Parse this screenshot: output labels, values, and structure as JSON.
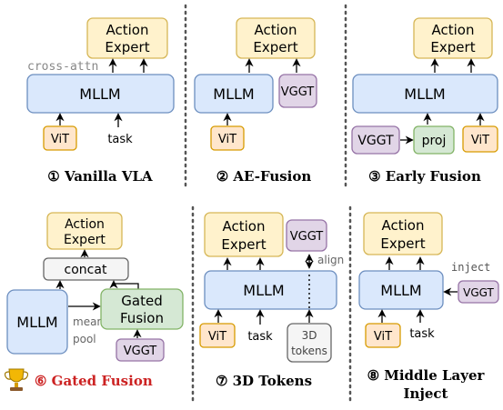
{
  "colors": {
    "mllm_fill": "#dae8fc",
    "mllm_stroke": "#6c8ebf",
    "expert_fill": "#fff2cc",
    "expert_stroke": "#d6b656",
    "vit_fill": "#ffe6cc",
    "vit_stroke": "#d79b00",
    "vggt_fill": "#e1d5e7",
    "vggt_stroke": "#9673a6",
    "green_fill": "#d5e8d4",
    "green_stroke": "#82b366",
    "grey_fill": "#f5f5f5",
    "grey_stroke": "#666666",
    "highlight_text": "#cc2222"
  },
  "panels": {
    "vanilla": {
      "action_expert_l1": "Action",
      "action_expert_l2": "Expert",
      "cross_attn": "cross-attn",
      "mllm": "MLLM",
      "vit": "ViT",
      "task": "task",
      "caption": "① Vanilla VLA"
    },
    "ae_fusion": {
      "action_expert_l1": "Action",
      "action_expert_l2": "Expert",
      "mllm": "MLLM",
      "vggt": "VGGT",
      "vit": "ViT",
      "caption": "② AE-Fusion"
    },
    "early_fusion": {
      "action_expert_l1": "Action",
      "action_expert_l2": "Expert",
      "mllm": "MLLM",
      "vggt": "VGGT",
      "proj": "proj",
      "vit": "ViT",
      "caption": "③ Early Fusion"
    },
    "gated_fusion": {
      "action_expert_l1": "Action",
      "action_expert_l2": "Expert",
      "concat": "concat",
      "mllm": "MLLM",
      "gated_l1": "Gated",
      "gated_l2": "Fusion",
      "mean": "mean",
      "pool": "pool",
      "vggt": "VGGT",
      "caption": "⑥ Gated Fusion",
      "trophy_icon": "trophy-icon"
    },
    "tokens_3d": {
      "action_expert_l1": "Action",
      "action_expert_l2": "Expert",
      "vggt": "VGGT",
      "align": "align",
      "mllm": "MLLM",
      "vit": "ViT",
      "task": "task",
      "tokens_l1": "3D",
      "tokens_l2": "tokens",
      "caption": "⑦ 3D Tokens"
    },
    "middle_layer": {
      "action_expert_l1": "Action",
      "action_expert_l2": "Expert",
      "inject": "inject",
      "mllm": "MLLM",
      "vggt": "VGGT",
      "vit": "ViT",
      "task": "task",
      "caption_l1": "⑧ Middle Layer",
      "caption_l2": "Inject"
    }
  }
}
